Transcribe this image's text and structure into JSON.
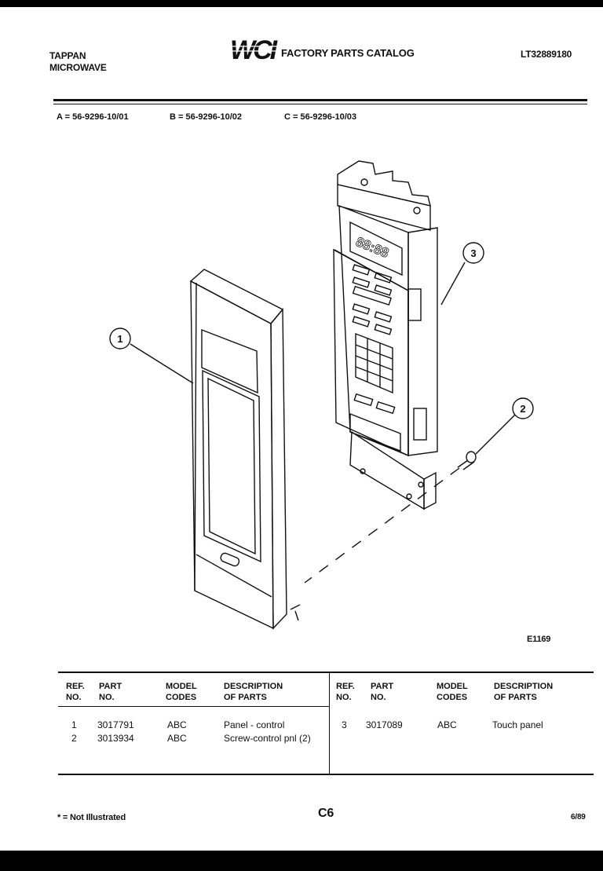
{
  "header": {
    "brand_line1": "TAPPAN",
    "brand_line2": "MICROWAVE",
    "logo_text": "WCI",
    "catalog_title": "FACTORY PARTS CATALOG",
    "catalog_id": "LT32889180"
  },
  "models": [
    {
      "label": "A = 56-9296-10/01"
    },
    {
      "label": "B = 56-9296-10/02"
    },
    {
      "label": "C = 56-9296-10/03"
    }
  ],
  "diagram": {
    "callouts": [
      "1",
      "2",
      "3"
    ],
    "display_readout": "88:88",
    "diagram_id": "E1169"
  },
  "table": {
    "headers": {
      "ref_no": [
        "REF.",
        "NO."
      ],
      "part_no": [
        "PART",
        "NO."
      ],
      "model_codes": [
        "MODEL",
        "CODES"
      ],
      "description": [
        "DESCRIPTION",
        "OF PARTS"
      ]
    },
    "rows_left": [
      {
        "ref": "1",
        "part": "3017791",
        "codes": "ABC",
        "desc": "Panel - control"
      },
      {
        "ref": "2",
        "part": "3013934",
        "codes": "ABC",
        "desc": "Screw-control pnl (2)"
      }
    ],
    "rows_right": [
      {
        "ref": "3",
        "part": "3017089",
        "codes": "ABC",
        "desc": "Touch panel"
      }
    ]
  },
  "footer": {
    "footnote": "* = Not Illustrated",
    "page_no": "C6",
    "date": "6/89"
  }
}
